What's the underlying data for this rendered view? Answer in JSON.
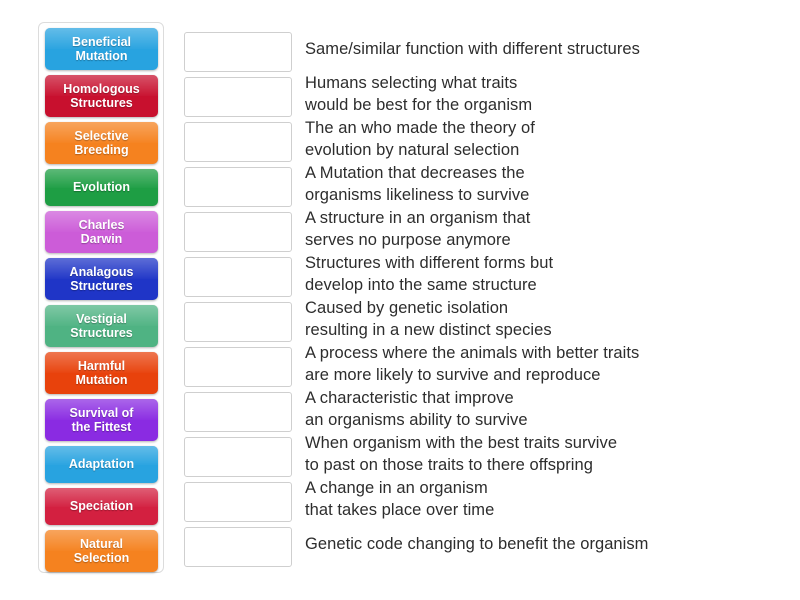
{
  "activity": {
    "type": "match-up",
    "background_color": "#ffffff",
    "panel_border_color": "#dcdcdc",
    "drop_box_border_color": "#cfcfcf",
    "definition_text_color": "#2d2d2d"
  },
  "terms": [
    {
      "label": "Beneficial\nMutation",
      "color": "#28a3e0",
      "lines": 2
    },
    {
      "label": "Homologous\nStructures",
      "color": "#c8102e",
      "lines": 2
    },
    {
      "label": "Selective\nBreeding",
      "color": "#f5821f",
      "lines": 2
    },
    {
      "label": "Evolution",
      "color": "#1e9e44",
      "lines": 1
    },
    {
      "label": "Charles\nDarwin",
      "color": "#cc5cd8",
      "lines": 2
    },
    {
      "label": "Analagous\nStructures",
      "color": "#1f35c7",
      "lines": 2
    },
    {
      "label": "Vestigial\nStructures",
      "color": "#4fb383",
      "lines": 2
    },
    {
      "label": "Harmful\nMutation",
      "color": "#e8420c",
      "lines": 2
    },
    {
      "label": "Survival of\nthe Fittest",
      "color": "#8a2be2",
      "lines": 2
    },
    {
      "label": "Adaptation",
      "color": "#28a3e0",
      "lines": 1
    },
    {
      "label": "Speciation",
      "color": "#d32040",
      "lines": 1
    },
    {
      "label": "Natural\nSelection",
      "color": "#f5821f",
      "lines": 2
    }
  ],
  "answers": [
    {
      "drop_value": "",
      "definition": "Same/similar function with different structures",
      "lines": 1
    },
    {
      "drop_value": "",
      "definition": "Humans selecting what traits\nwould be best for the organism",
      "lines": 2
    },
    {
      "drop_value": "",
      "definition": "The an who made the theory of\nevolution by natural selection",
      "lines": 2
    },
    {
      "drop_value": "",
      "definition": "A Mutation that decreases the\norganisms likeliness to survive",
      "lines": 2
    },
    {
      "drop_value": "",
      "definition": "A structure in an organism that\nserves no purpose anymore",
      "lines": 2
    },
    {
      "drop_value": "",
      "definition": "Structures with different forms but\ndevelop into the same structure",
      "lines": 2
    },
    {
      "drop_value": "",
      "definition": "Caused by genetic isolation\nresulting in a new distinct species",
      "lines": 2
    },
    {
      "drop_value": "",
      "definition": "A process where the animals with better traits\nare more likely to survive and reproduce",
      "lines": 2
    },
    {
      "drop_value": "",
      "definition": "A characteristic that improve\nan organisms ability to survive",
      "lines": 2
    },
    {
      "drop_value": "",
      "definition": "When organism with the best traits survive\nto past on those traits to there offspring",
      "lines": 2
    },
    {
      "drop_value": "",
      "definition": "A change in an organism\nthat takes place over time",
      "lines": 2
    },
    {
      "drop_value": "",
      "definition": "Genetic code changing to benefit the organism",
      "lines": 1
    }
  ]
}
